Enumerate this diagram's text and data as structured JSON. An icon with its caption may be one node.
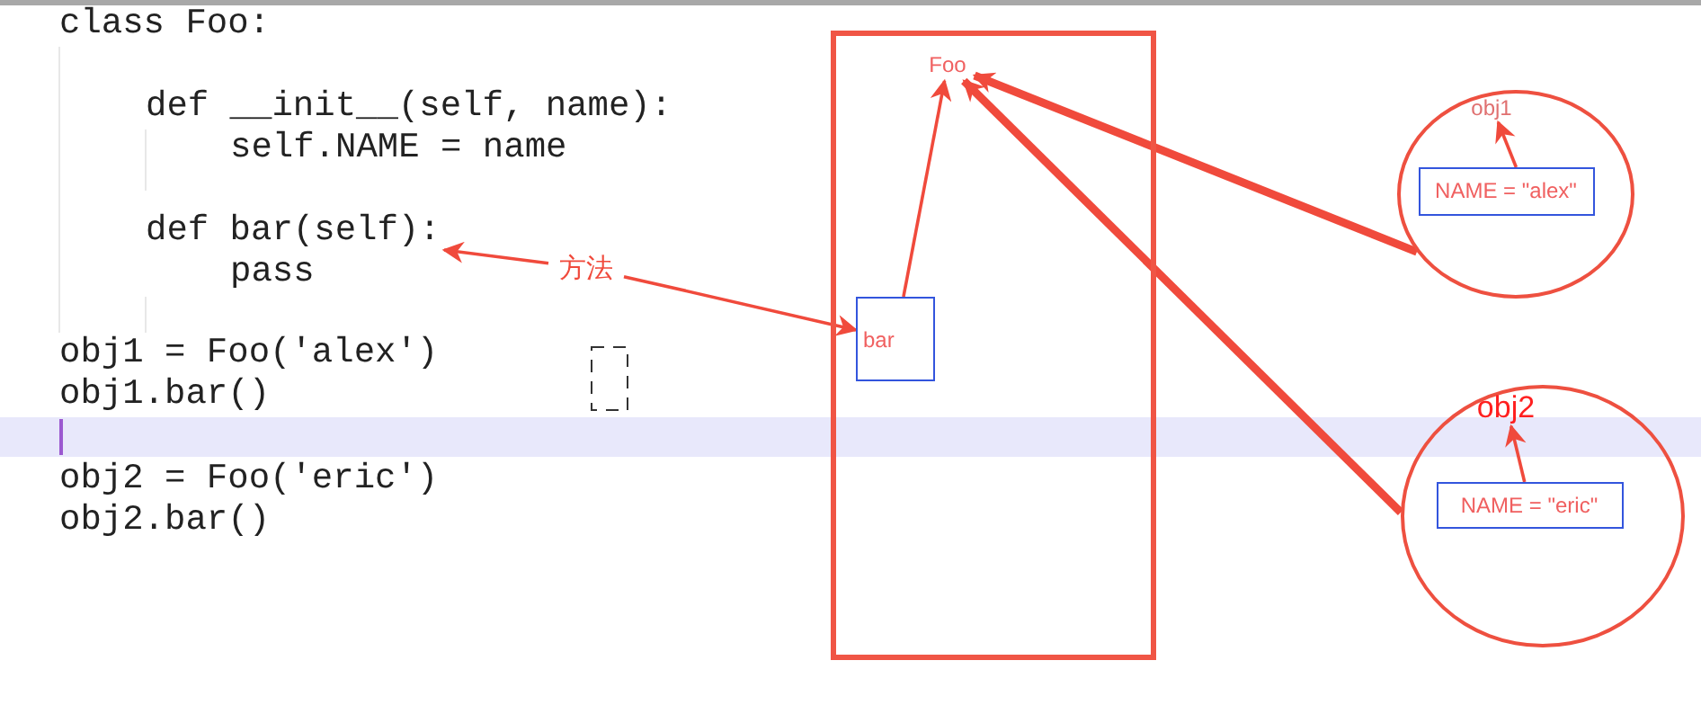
{
  "diagram": {
    "nodes": [
      {
        "text": [
          "def bar(self):"
        ]
      },
      {
        "text": [
          "方法"
        ]
      },
      {
        "text": [],
        "shape": "box"
      },
      {
        "text": [
          "Foo"
        ],
        "in": 2
      },
      {
        "text": [
          "bar"
        ],
        "in": 2
      },
      {
        "text": [],
        "shape": "circle"
      },
      {
        "text": [
          "obj1"
        ],
        "in": 5
      },
      {
        "text": [
          "NAME = \"alex\""
        ],
        "in": 5
      },
      {
        "text": [],
        "shape": "circle"
      },
      {
        "text": [
          "obj2"
        ],
        "in": 8
      },
      {
        "text": [
          "NAME = \"eric\""
        ],
        "in": 8
      }
    ],
    "edges": [
      {
        "from": 1,
        "to": 0,
        "arrow": "to"
      },
      {
        "from": 1,
        "to": 4,
        "arrow": "to"
      },
      {
        "from": 4,
        "to": 3,
        "arrow": "to"
      },
      {
        "from": 5,
        "to": 3,
        "arrow": "to",
        "style": "thick"
      },
      {
        "from": 8,
        "to": 3,
        "arrow": "to",
        "style": "thick"
      },
      {
        "from": 7,
        "to": 6,
        "arrow": "to"
      },
      {
        "from": 10,
        "to": 9,
        "arrow": "to"
      }
    ],
    "labels": [
      "class Foo:",
      "def __init__(self, name):",
      "self.NAME = name",
      "pass",
      "obj1 = Foo('alex')",
      "obj1.bar()",
      "obj2 = Foo('eric')",
      "obj2.bar()"
    ]
  }
}
